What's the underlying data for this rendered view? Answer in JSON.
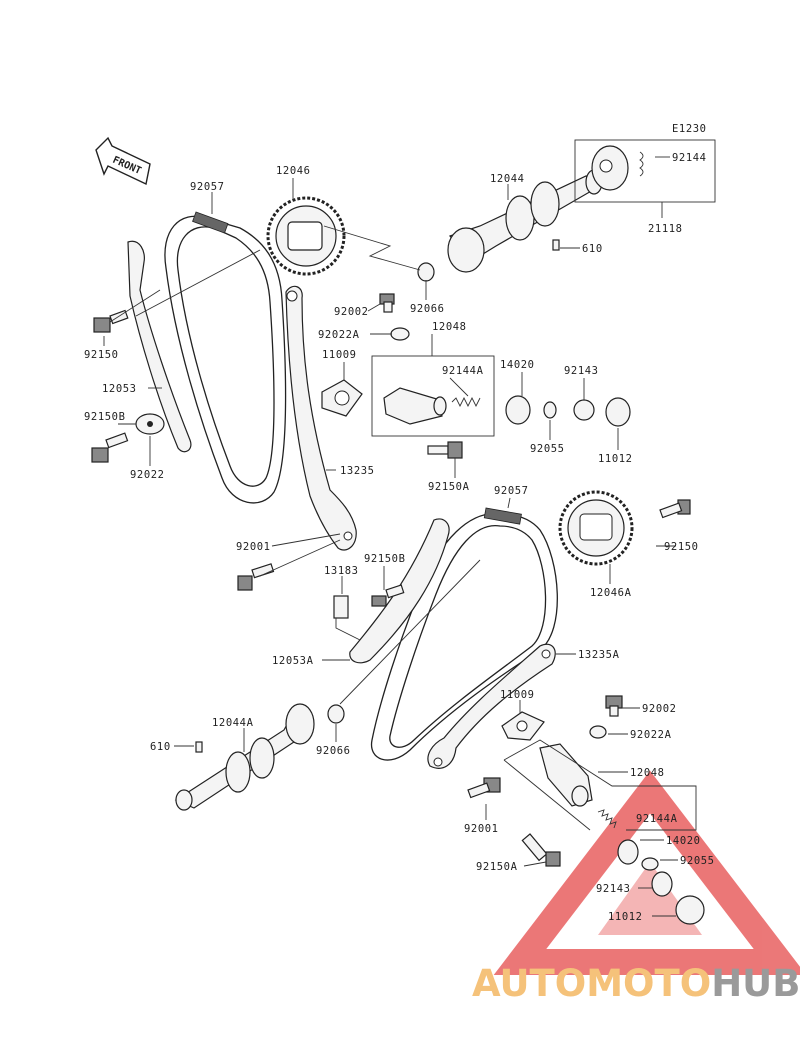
{
  "diagram_code": "E1230",
  "front_label": "FRONT",
  "labels": {
    "l12046": "12046",
    "l92057": "92057",
    "l12044": "12044",
    "l92144": "92144",
    "l21118": "21118",
    "l610": "610",
    "l92066": "92066",
    "l92002": "92002",
    "l92150": "92150",
    "l92022A": "92022A",
    "l12048": "12048",
    "l11009": "11009",
    "l14020": "14020",
    "l92143": "92143",
    "l92144A": "92144A",
    "l12053": "12053",
    "l92150B": "92150B",
    "l92055": "92055",
    "l92022": "92022",
    "l11012": "11012",
    "l13235": "13235",
    "l92150A": "92150A",
    "l92057b": "92057",
    "l92001": "92001",
    "l92150Bb": "92150B",
    "l92150b": "92150",
    "l13183": "13183",
    "l12046A": "12046A",
    "l12053A": "12053A",
    "l13235A": "13235A",
    "l11009b": "11009",
    "l92002b": "92002",
    "l12044A": "12044A",
    "l610b": "610",
    "l92066b": "92066",
    "l92022Ab": "92022A",
    "l12048b": "12048",
    "l92144Ab": "92144A",
    "l14020b": "14020",
    "l92001b": "92001",
    "l92055b": "92055",
    "l92150Ab": "92150A",
    "l92143b": "92143",
    "l11012b": "11012"
  },
  "watermark": {
    "part1": "AUTOMOTO",
    "part2": "HUB",
    "color1": "#f5c27a",
    "color2": "#9a9a9a",
    "triangle_color": "#e86060"
  }
}
